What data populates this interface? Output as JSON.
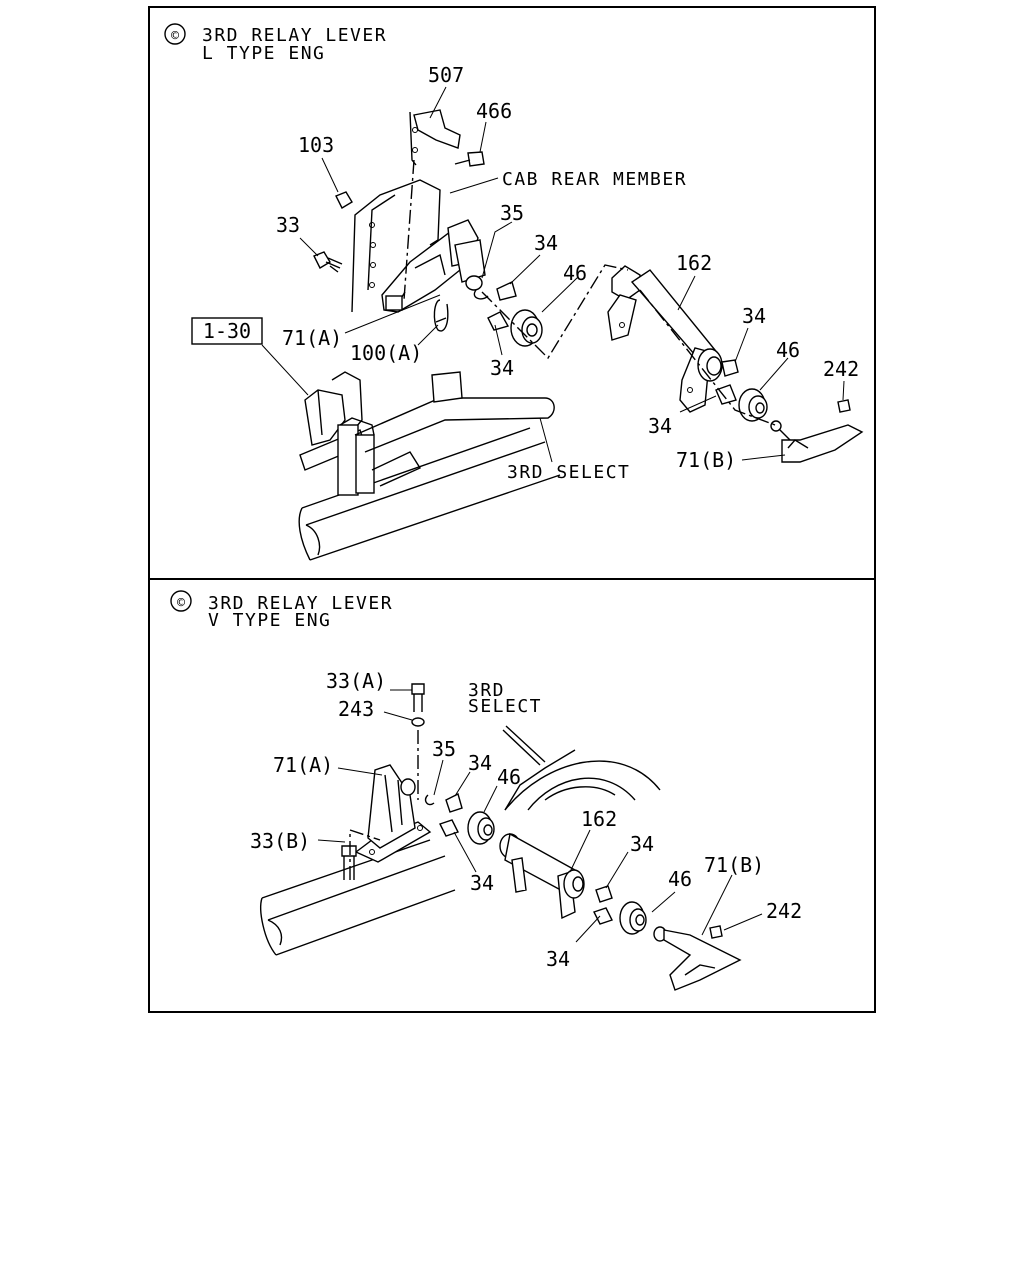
{
  "panels": [
    {
      "header_symbol": "©",
      "title_line1": "3RD RELAY LEVER",
      "title_line2": "L TYPE ENG",
      "callouts": {
        "c507": "507",
        "c466": "466",
        "c103": "103",
        "cab_rear_member": "CAB REAR MEMBER",
        "c35": "35",
        "c33": "33",
        "c34a": "34",
        "c46a": "46",
        "c162": "162",
        "ref_130": "1-30",
        "c71a": "71(A)",
        "c100a": "100(A)",
        "c34b": "34",
        "c34c": "34",
        "c46b": "46",
        "c242": "242",
        "c34d": "34",
        "c71b": "71(B)",
        "third_select": "3RD SELECT"
      }
    },
    {
      "header_symbol": "©",
      "title_line1": "3RD RELAY LEVER",
      "title_line2": "V TYPE ENG",
      "callouts": {
        "c33a": "33(A)",
        "c243": "243",
        "select_line1": "3RD",
        "select_line2": "SELECT",
        "c35": "35",
        "c71a": "71(A)",
        "c34a": "34",
        "c46a": "46",
        "c162": "162",
        "c33b": "33(B)",
        "c34b": "34",
        "c34c": "34",
        "c46b": "46",
        "c71b": "71(B)",
        "c242": "242",
        "c34d": "34"
      }
    }
  ]
}
